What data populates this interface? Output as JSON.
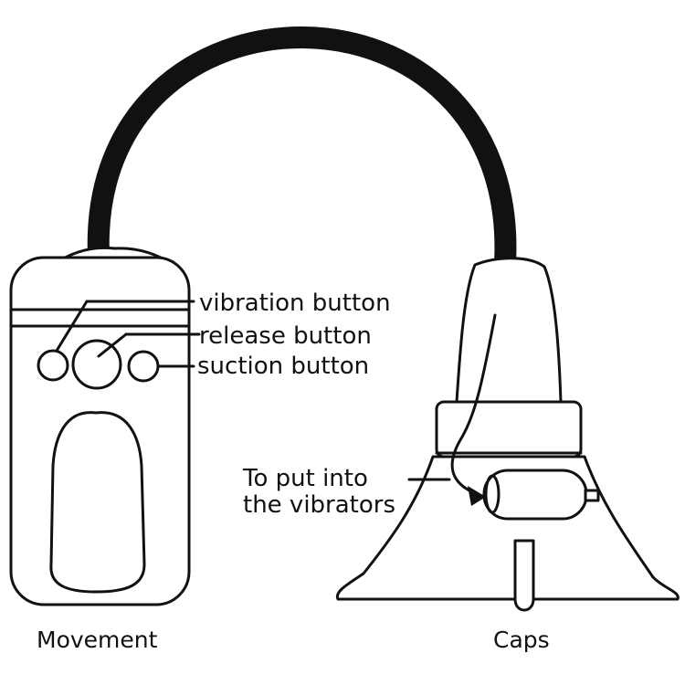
{
  "labels": {
    "vibration_button": "vibration button",
    "release_button": "release button",
    "suction_button": "suction button",
    "insert_note_line1": "To put into",
    "insert_note_line2": "the vibrators",
    "movement": "Movement",
    "caps": "Caps"
  }
}
